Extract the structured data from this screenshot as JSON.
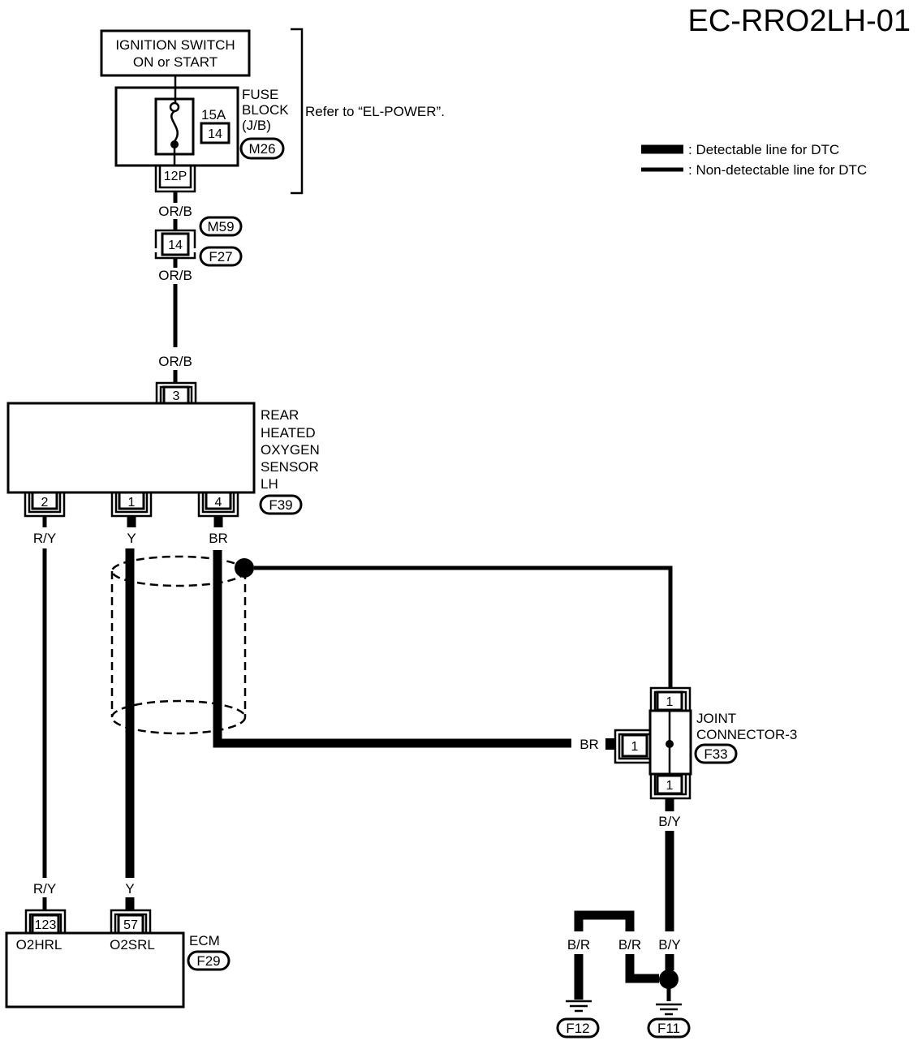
{
  "diagram_code": "EC-RRO2LH-01",
  "legend": {
    "detectable": ": Detectable line for DTC",
    "non_detectable": ": Non-detectable line for DTC"
  },
  "ignition_switch": {
    "line1": "IGNITION SWITCH",
    "line2": "ON or START"
  },
  "fuse_block": {
    "line1": "FUSE",
    "line2": "BLOCK",
    "line3": "(J/B)",
    "amps": "15A",
    "fuse_no": "14",
    "connector": "M26",
    "pin": "12P",
    "refer": "Refer to “EL-POWER”."
  },
  "inline_connector": {
    "pin": "14",
    "top": "M59",
    "bottom": "F27"
  },
  "wires": {
    "or_b_1": "OR/B",
    "or_b_2": "OR/B",
    "or_b_3": "OR/B",
    "r_y_top": "R/Y",
    "y_top": "Y",
    "br_top": "BR",
    "r_y_bottom": "R/Y",
    "y_bottom": "Y",
    "br_joint": "BR",
    "b_y_joint": "B/Y",
    "b_r_left": "B/R",
    "b_r_right": "B/R",
    "b_y_ground": "B/Y"
  },
  "sensor": {
    "line1": "REAR",
    "line2": "HEATED",
    "line3": "OXYGEN",
    "line4": "SENSOR",
    "line5": "LH",
    "connector": "F39",
    "pins": [
      "3",
      "2",
      "1",
      "4"
    ]
  },
  "joint_connector": {
    "line1": "JOINT",
    "line2": "CONNECTOR-3",
    "connector": "F33",
    "pin_top": "1",
    "pin_left": "1",
    "pin_bottom": "1"
  },
  "ecm": {
    "label": "ECM",
    "connector": "F29",
    "pin_left": "123",
    "pin_right": "57",
    "term_left": "O2HRL",
    "term_right": "O2SRL"
  },
  "grounds": {
    "left": "F12",
    "right": "F11"
  }
}
